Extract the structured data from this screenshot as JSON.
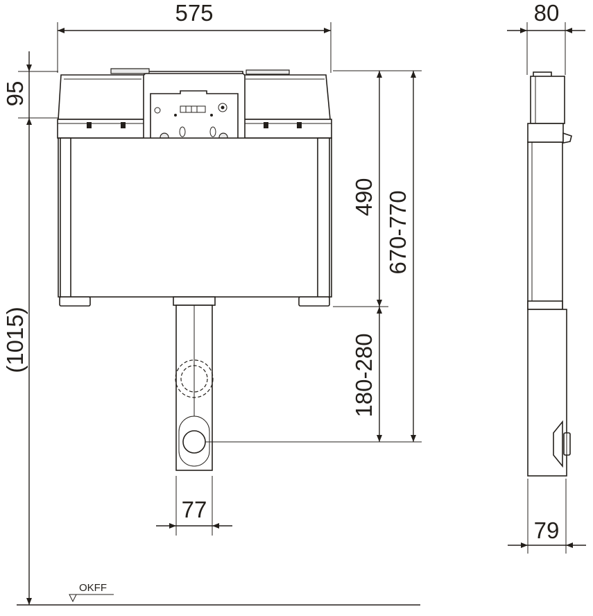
{
  "dimensions": {
    "width_top": "575",
    "depth_top": "80",
    "top_height": "95",
    "tank_height": "490",
    "adjust_range": "670-770",
    "outlet_height": "180-280",
    "total_height": "(1015)",
    "pipe_width": "77",
    "side_depth": "79"
  },
  "labels": {
    "floor_mark": "OKFF"
  },
  "colors": {
    "line": "#231f1b",
    "shade": "#e9e9e9",
    "background": "#ffffff"
  }
}
